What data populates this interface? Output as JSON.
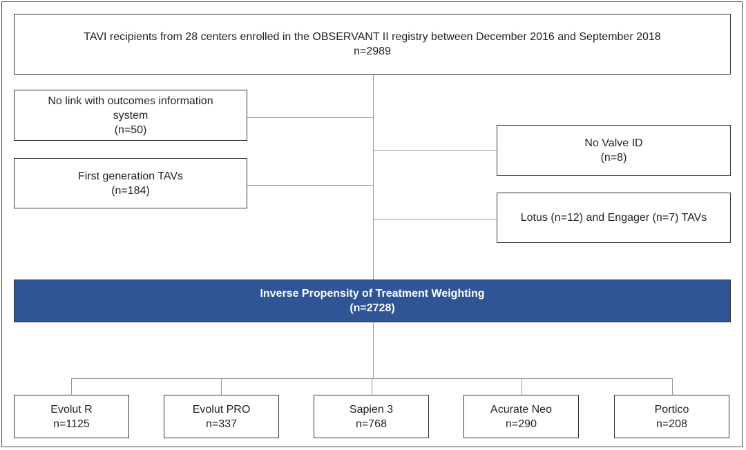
{
  "top": {
    "title": "TAVI recipients from 28 centers enrolled in the OBSERVANT II registry between December 2016 and September 2018",
    "n": "n=2989"
  },
  "exclusions_left": [
    {
      "label": "No link with outcomes information system",
      "n": "(n=50)"
    },
    {
      "label": "First generation TAVs",
      "n": "(n=184)"
    }
  ],
  "exclusions_right": [
    {
      "label": "No Valve ID",
      "n": "(n=8)"
    },
    {
      "label": "Lotus (n=12) and Engager (n=7) TAVs",
      "n": ""
    }
  ],
  "weighting": {
    "title": "Inverse Propensity of Treatment Weighting",
    "n": "(n=2728)",
    "color": "#2f5597"
  },
  "groups": [
    {
      "label": "Evolut R",
      "n": "n=1125"
    },
    {
      "label": "Evolut PRO",
      "n": "n=337"
    },
    {
      "label": "Sapien 3",
      "n": "n=768"
    },
    {
      "label": "Acurate Neo",
      "n": "n=290"
    },
    {
      "label": "Portico",
      "n": "n=208"
    }
  ]
}
